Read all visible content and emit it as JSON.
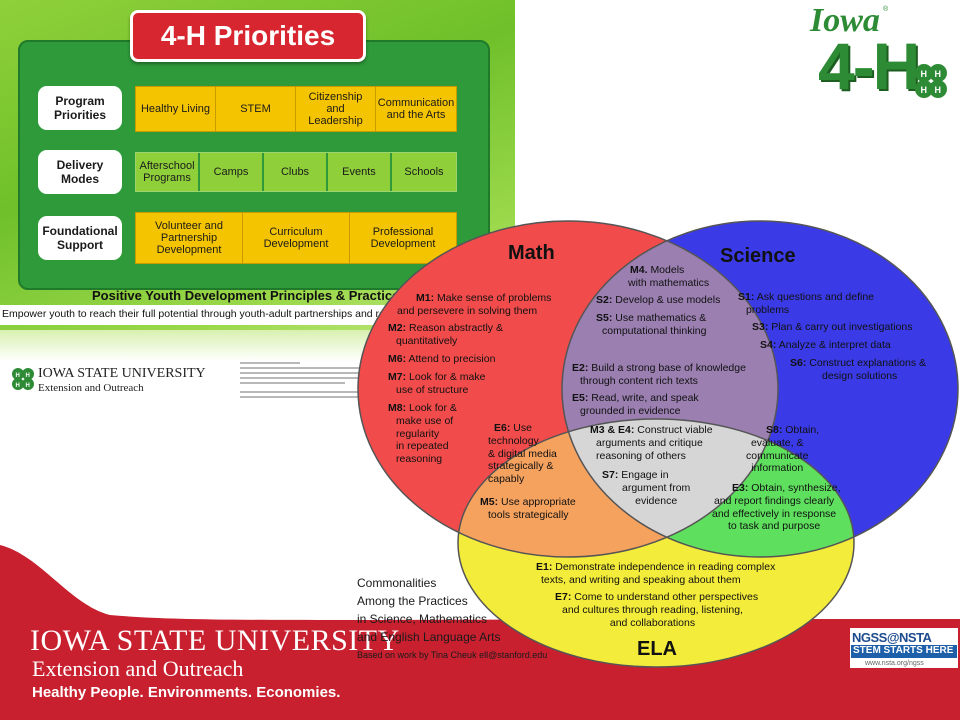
{
  "poster": {
    "title": "4-H Priorities",
    "rows": [
      {
        "label": "Program\nPriorities",
        "label_lines": [
          "Program",
          "Priorities"
        ],
        "items": [
          "Healthy Living",
          "STEM",
          "Citizenship\nand Leadership",
          "Communication\nand the Arts"
        ]
      },
      {
        "label_lines": [
          "Delivery",
          "Modes"
        ],
        "items": [
          "Afterschool\nPrograms",
          "Camps",
          "Clubs",
          "Events",
          "Schools"
        ]
      },
      {
        "label_lines": [
          "Foundational",
          "Support"
        ],
        "items": [
          "Volunteer and\nPartnership\nDevelopment",
          "Curriculum\nDevelopment",
          "Professional\nDevelopment"
        ]
      }
    ],
    "pyd_title": "Positive Youth Development Principles & Practice",
    "pyd_subtitle": "Empower youth to reach their full potential through youth-adult partnerships and rese",
    "isu_name": "IOWA STATE UNIVERSITY",
    "isu_sub": "Extension and Outreach"
  },
  "logo": {
    "iowa": "Iowa",
    "fourh": "4-H",
    "reg": "®"
  },
  "venn": {
    "headers": {
      "math": "Math",
      "science": "Science",
      "ela": "ELA"
    },
    "math_only": [
      {
        "code": "M1:",
        "text": "Make sense of problems",
        "cont": "and persevere in solving them"
      },
      {
        "code": "M2:",
        "text": "Reason abstractly &",
        "cont": "quantitatively"
      },
      {
        "code": "M6:",
        "text": "Attend to precision"
      },
      {
        "code": "M7:",
        "text": "Look for & make",
        "cont": "use of structure"
      },
      {
        "code": "M8:",
        "text": "Look for &",
        "cont": "make use of\nregularity\nin repeated\nreasoning"
      }
    ],
    "math_science": [
      {
        "code": "M4.",
        "text": "Models",
        "cont": "with mathematics"
      },
      {
        "code": "S2:",
        "text": "Develop & use models"
      },
      {
        "code": "S5:",
        "text": "Use mathematics &",
        "cont": "computational thinking"
      }
    ],
    "science_only": [
      {
        "code": "S1:",
        "text": "Ask questions and define",
        "cont": "problems"
      },
      {
        "code": "S3:",
        "text": "Plan & carry out investigations"
      },
      {
        "code": "S4:",
        "text": "Analyze & interpret data"
      },
      {
        "code": "S6:",
        "text": "Construct explanations &",
        "cont": "design solutions"
      }
    ],
    "all_three": [
      {
        "code": "E2:",
        "text": "Build a strong base of knowledge",
        "cont": "through content rich texts"
      },
      {
        "code": "E5:",
        "text": "Read, write, and speak",
        "cont": "grounded in evidence"
      },
      {
        "code": "M3 & E4:",
        "text": "Construct viable",
        "cont": "arguments and critique\nreasoning of others"
      },
      {
        "code": "S7:",
        "text": "Engage in",
        "cont": "argument from\nevidence"
      }
    ],
    "math_ela": [
      {
        "code": "E6:",
        "text": "Use",
        "cont": "technology\n& digital media\nstrategically &\ncapably"
      },
      {
        "code": "M5:",
        "text": "Use appropriate",
        "cont": "tools strategically"
      }
    ],
    "science_ela": [
      {
        "code": "S8:",
        "text": "Obtain,",
        "cont": "evaluate, &\ncommunicate\ninformation"
      },
      {
        "code": "E3:",
        "text": "Obtain, synthesize,",
        "cont": "and report findings clearly\nand effectively in response\nto task and purpose"
      }
    ],
    "ela_only": [
      {
        "code": "E1:",
        "text": "Demonstrate independence in reading complex",
        "cont": "texts, and writing and speaking about them"
      },
      {
        "code": "E7:",
        "text": "Come to understand other perspectives",
        "cont": "and cultures through reading, listening,\nand collaborations"
      }
    ],
    "colors": {
      "math": "#f24b4b",
      "science": "#3a3ae6",
      "ela": "#f4ec3a",
      "math_science": "#9a7fb0",
      "all": "#d6d6d6",
      "math_ela": "#f6a25f",
      "science_ela": "#5ee05e"
    }
  },
  "commonalities": {
    "lines": [
      "Commonalities",
      "Among the Practices",
      "in Science, Mathematics",
      "and English Language Arts"
    ],
    "based_on": "Based on work by Tina Cheuk ell@stanford.edu"
  },
  "footer": {
    "isu_name": "IOWA STATE UNIVERSITY",
    "isu_ext": "Extension and Outreach",
    "tagline": "Healthy People. Environments. Economies.",
    "color": "#c8202f"
  },
  "ngss": {
    "top": "NGSS@NSTA",
    "stem": "STEM STARTS HERE",
    "url": "www.nsta.org/ngss"
  }
}
